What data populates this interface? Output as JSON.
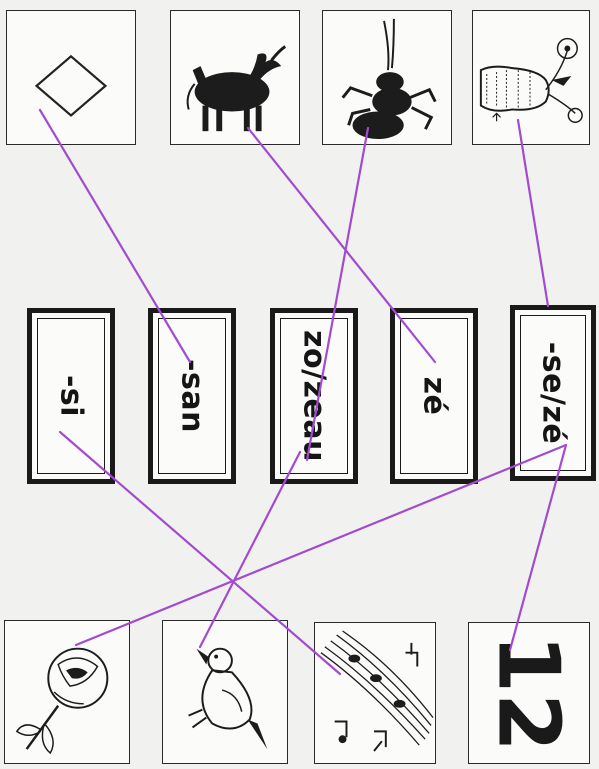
{
  "syllables": [
    "-si",
    "-san",
    "zo/zeau",
    "zé",
    "-se/zé"
  ],
  "pictures_top": [
    "diamond",
    "ox",
    "ant",
    "vase-with-flowers"
  ],
  "pictures_bottom": [
    "rose",
    "bird",
    "music-notes",
    "number-twelve"
  ],
  "number_picture_text": "12",
  "line_color": "#a24bd0",
  "connections": [
    {
      "from": "diamond",
      "to": "-san"
    },
    {
      "from": "ox",
      "to": "zé"
    },
    {
      "from": "ant",
      "to": "zo/zeau"
    },
    {
      "from": "vase-with-flowers",
      "to": "-se/zé"
    },
    {
      "from": "-si",
      "to": "music-notes"
    },
    {
      "from": "zo/zeau",
      "to": "bird"
    },
    {
      "from": "-se/zé",
      "to": "rose"
    },
    {
      "from": "-se/zé",
      "to": "number-twelve"
    }
  ]
}
